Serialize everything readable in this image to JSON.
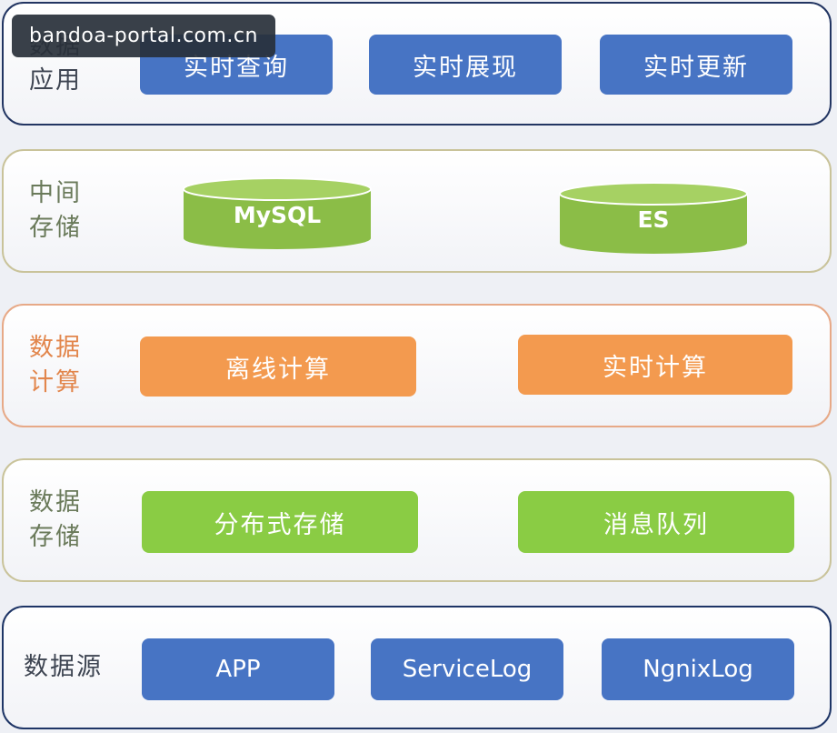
{
  "watermark": "bandoa-portal.com.cn",
  "layers": {
    "app": {
      "label": "数据\n应用",
      "items": [
        "实时查询",
        "实时展现",
        "实时更新"
      ]
    },
    "storage_mid": {
      "label": "中间\n存储",
      "items": [
        "MySQL",
        "ES"
      ]
    },
    "compute": {
      "label": "数据\n计算",
      "items": [
        "离线计算",
        "实时计算"
      ]
    },
    "storage": {
      "label": "数据\n存储",
      "items": [
        "分布式存储",
        "消息队列"
      ]
    },
    "source": {
      "label": "数据源",
      "items": [
        "APP",
        "ServiceLog",
        "NgnixLog"
      ]
    }
  },
  "colors": {
    "blue": "#4774c4",
    "orange": "#f39a4f",
    "green": "#8acc44",
    "cylinder": "#8bbd47"
  }
}
